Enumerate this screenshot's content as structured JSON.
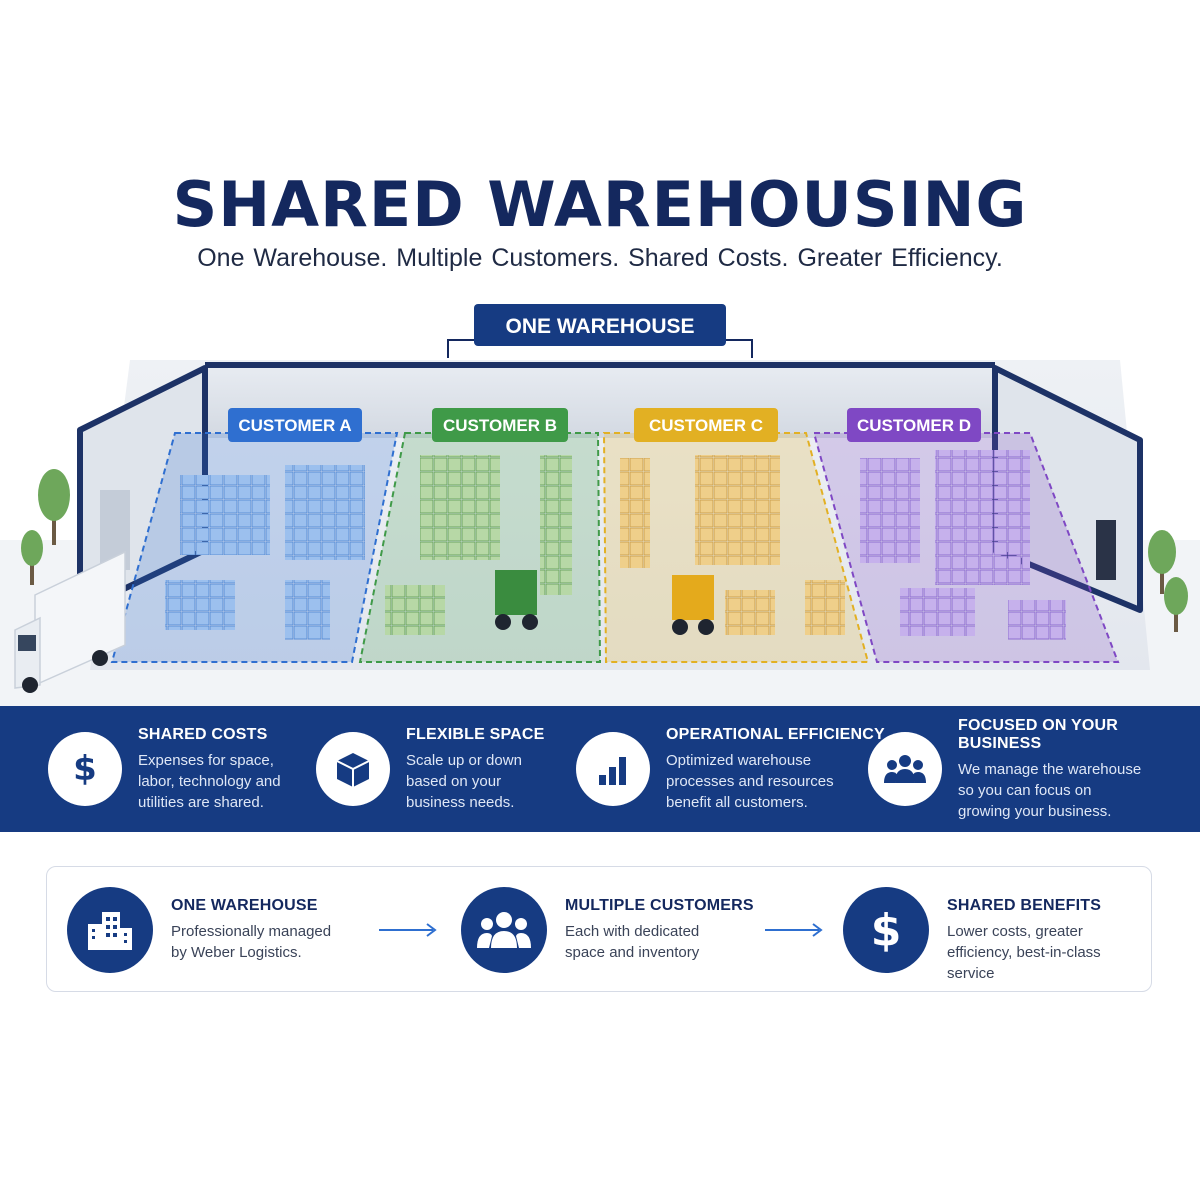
{
  "header": {
    "title": "SHARED WAREHOUSING",
    "subtitle": "One Warehouse.  Multiple Customers.   Shared Costs.   Greater Efficiency."
  },
  "warehouse": {
    "label": "ONE WAREHOUSE",
    "zones": [
      {
        "label": "CUSTOMER A",
        "color": "#2f6fd0"
      },
      {
        "label": "CUSTOMER B",
        "color": "#3f9a48"
      },
      {
        "label": "CUSTOMER C",
        "color": "#e2b023"
      },
      {
        "label": "CUSTOMER D",
        "color": "#7f48c4"
      }
    ]
  },
  "features": [
    {
      "title": "SHARED COSTS",
      "desc": [
        "Expenses for space,",
        "labor, technology and",
        "utilities are shared."
      ],
      "icon": "dollar-icon"
    },
    {
      "title": "FLEXIBLE SPACE",
      "desc": [
        "Scale up or down",
        "based on your",
        "business needs."
      ],
      "icon": "box-icon"
    },
    {
      "title": "OPERATIONAL EFFICIENCY",
      "desc": [
        "Optimized warehouse",
        "processes and resources",
        "benefit all customers."
      ],
      "icon": "bar-chart-icon"
    },
    {
      "title": "FOCUSED ON YOUR BUSINESS",
      "desc": [
        "We manage the warehouse",
        "so you can focus on",
        "growing your business."
      ],
      "icon": "people-icon"
    }
  ],
  "flow": [
    {
      "title": "ONE WAREHOUSE",
      "desc": [
        "Professionally managed",
        "by Weber Logistics."
      ],
      "icon": "building-icon"
    },
    {
      "title": "MULTIPLE CUSTOMERS",
      "desc": [
        "Each with dedicated",
        "space and inventory"
      ],
      "icon": "people-icon"
    },
    {
      "title": "SHARED BENEFITS",
      "desc": [
        "Lower costs, greater",
        "efficiency, best-in-class",
        "service"
      ],
      "icon": "dollar-icon"
    }
  ],
  "colors": {
    "navy": "#163b82",
    "title": "#14285e"
  }
}
